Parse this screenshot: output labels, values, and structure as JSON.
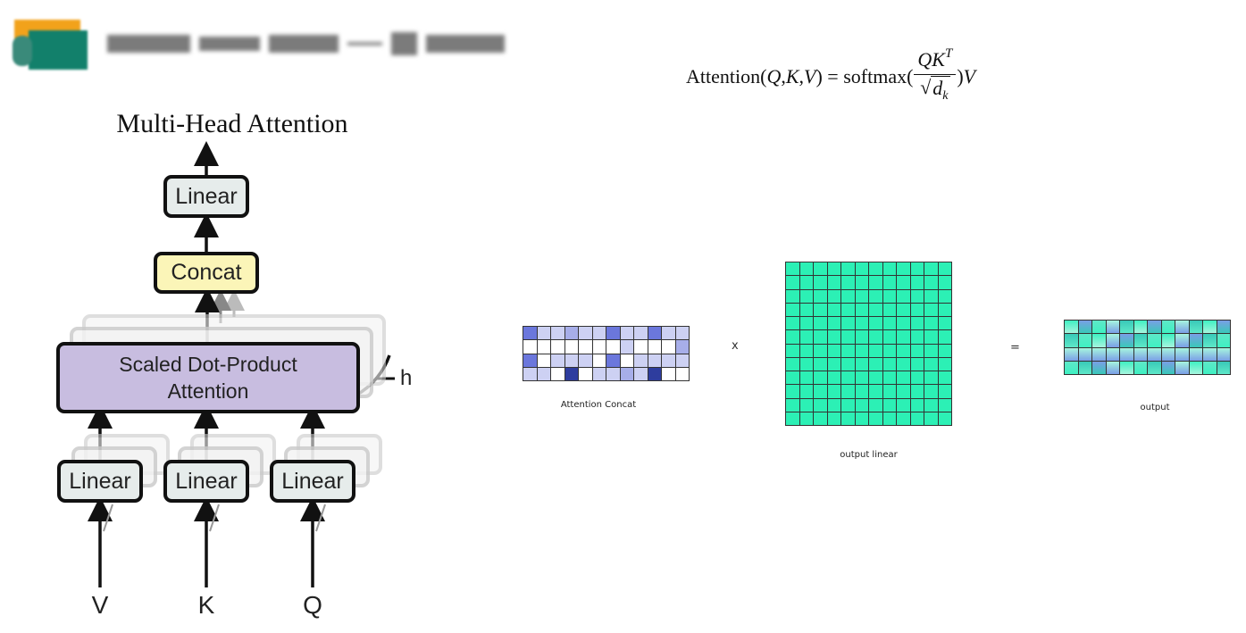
{
  "header": {
    "logo_icon": "blurred-logo-icon",
    "title_text": ""
  },
  "formula": {
    "lhs": "Attention(",
    "q": "Q",
    "k": "K",
    "v": "V",
    "rhs_func": "softmax(",
    "num_q": "Q",
    "num_k": "K",
    "num_sup": "T",
    "den_d": "d",
    "den_sub": "k",
    "close": ")",
    "tail_v": "V"
  },
  "diagram": {
    "title": "Multi-Head Attention",
    "top_linear": "Linear",
    "concat": "Concat",
    "sdpa_line1": "Scaled Dot-Product",
    "sdpa_line2": "Attention",
    "h_label": "h",
    "linears": [
      "Linear",
      "Linear",
      "Linear"
    ],
    "inputs": [
      "V",
      "K",
      "Q"
    ],
    "colors": {
      "linear_fill": "#e6eceb",
      "concat_fill": "#fbf5b8",
      "sdpa_fill": "#c8bde0"
    }
  },
  "matrices": {
    "attention_concat": {
      "caption": "Attention Concat",
      "rows": 4,
      "cols": 12,
      "palette": [
        "#ffffff",
        "#cdd1f3",
        "#a7aee9",
        "#6b77dc",
        "#2e3d9e"
      ],
      "cells": [
        [
          3,
          1,
          1,
          2,
          1,
          1,
          3,
          1,
          1,
          3,
          1,
          1
        ],
        [
          0,
          0,
          0,
          0,
          0,
          0,
          0,
          1,
          0,
          0,
          0,
          2
        ],
        [
          3,
          0,
          1,
          1,
          1,
          0,
          3,
          0,
          1,
          1,
          1,
          1
        ],
        [
          1,
          1,
          0,
          4,
          0,
          1,
          1,
          2,
          1,
          4,
          0,
          0
        ]
      ]
    },
    "operator_x": "x",
    "output_linear": {
      "caption": "output linear",
      "rows": 12,
      "cols": 12,
      "color": "#2cf0b5"
    },
    "operator_eq": "=",
    "output": {
      "caption": "output",
      "rows": 4,
      "cols": 12,
      "palette": [
        "#3ff0c2",
        "#5ee8c8",
        "#39c9b8",
        "#7a9ee6",
        "#a6f5de"
      ]
    }
  }
}
